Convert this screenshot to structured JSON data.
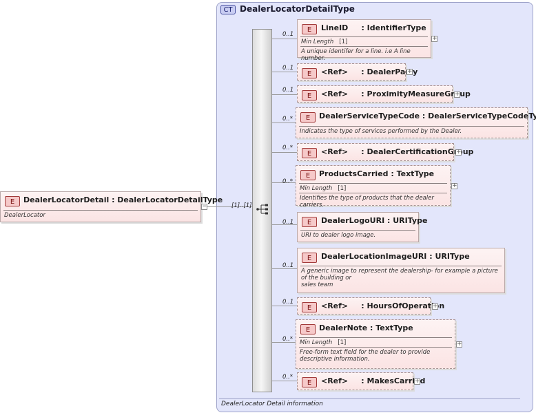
{
  "complex_type": {
    "badge": "CT",
    "name": "DealerLocatorDetailType",
    "documentation": "DealerLocator Detail information"
  },
  "root": {
    "badge": "E",
    "title": "DealerLocatorDetail : DealerLocatorDetailType",
    "documentation": "DealerLocator",
    "cardinality": "[1]..[1]",
    "collapse_symbol": "−"
  },
  "children": [
    {
      "badge": "E",
      "title": "LineID     : IdentifierType",
      "cardinality": "0..1",
      "facet_label": "Min Length",
      "facet_value": "[1]",
      "documentation": "A unique identifer for a line. i.e A line number.",
      "expand_symbol": "+"
    },
    {
      "badge": "E",
      "title": "<Ref>     : DealerParty",
      "cardinality": "0..1",
      "expand_symbol": "+"
    },
    {
      "badge": "E",
      "title": "<Ref>     : ProximityMeasureGroup",
      "cardinality": "0..1",
      "expand_symbol": "+"
    },
    {
      "badge": "E",
      "title": "DealerServiceTypeCode : DealerServiceTypeCodeType",
      "cardinality": "0..*",
      "documentation": "Indicates the type of services performed by the Dealer."
    },
    {
      "badge": "E",
      "title": "<Ref>     : DealerCertificationGroup",
      "cardinality": "0..*",
      "expand_symbol": "+"
    },
    {
      "badge": "E",
      "title": "ProductsCarried : TextType",
      "cardinality": "0..*",
      "facet_label": "Min Length",
      "facet_value": "[1]",
      "documentation": "Identifies the type of products that the dealer carriers.",
      "expand_symbol": "+"
    },
    {
      "badge": "E",
      "title": "DealerLogoURI : URIType",
      "cardinality": "0..1",
      "documentation": "URI to dealer logo image."
    },
    {
      "badge": "E",
      "title": "DealerLocationImageURI : URIType",
      "cardinality": "0..1",
      "documentation_lines": [
        "A generic image to represent the dealership- for example a picture of the building or",
        "sales team"
      ]
    },
    {
      "badge": "E",
      "title": "<Ref>     : HoursOfOperation",
      "cardinality": "0..1",
      "expand_symbol": "+"
    },
    {
      "badge": "E",
      "title": "DealerNote : TextType",
      "cardinality": "0..*",
      "facet_label": "Min Length",
      "facet_value": "[1]",
      "documentation": "Free-form text field for the dealer to provide descriptive information.",
      "expand_symbol": "+"
    },
    {
      "badge": "E",
      "title": "<Ref>     : MakesCarried",
      "cardinality": "0..*",
      "expand_symbol": "+"
    }
  ]
}
